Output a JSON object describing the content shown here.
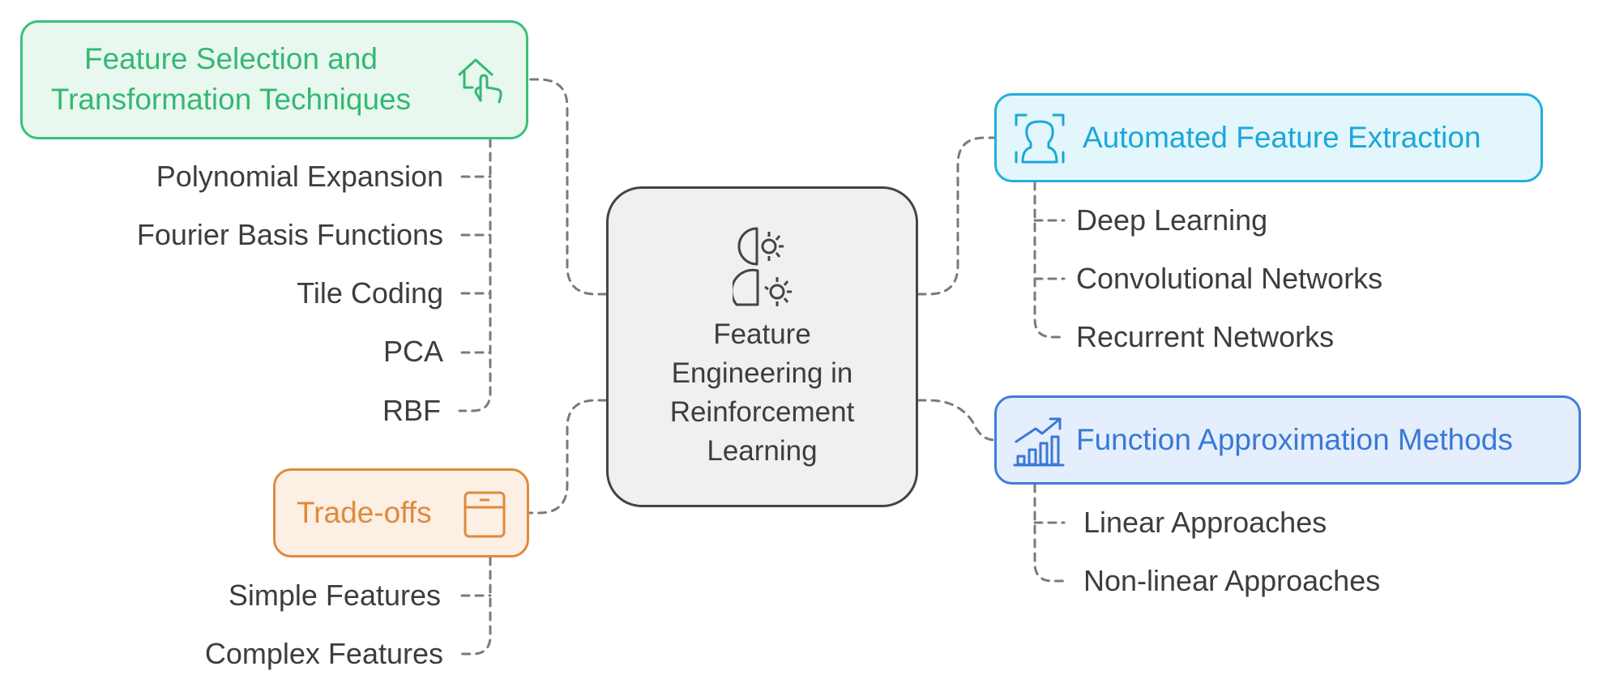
{
  "center": {
    "title": "Feature\nEngineering in\nReinforcement\nLearning",
    "icon": "head-gear-icon"
  },
  "branches": {
    "selection": {
      "title": "Feature Selection and\nTransformation Techniques",
      "icon": "house-hand-icon",
      "color": "#3cbf7a",
      "items": [
        "Polynomial Expansion",
        "Fourier Basis Functions",
        "Tile Coding",
        "PCA",
        "RBF"
      ]
    },
    "tradeoffs": {
      "title": "Trade-offs",
      "icon": "cabinet-icon",
      "color": "#e08a3c",
      "items": [
        "Simple Features",
        "Complex Features"
      ]
    },
    "automated": {
      "title": "Automated Feature Extraction",
      "icon": "face-scan-icon",
      "color": "#1fb0df",
      "items": [
        "Deep Learning",
        "Convolutional Networks",
        "Recurrent Networks"
      ]
    },
    "approximation": {
      "title": "Function Approximation Methods",
      "icon": "growth-chart-icon",
      "color": "#3f7fd9",
      "items": [
        "Linear Approaches",
        "Non-linear Approaches"
      ]
    }
  }
}
